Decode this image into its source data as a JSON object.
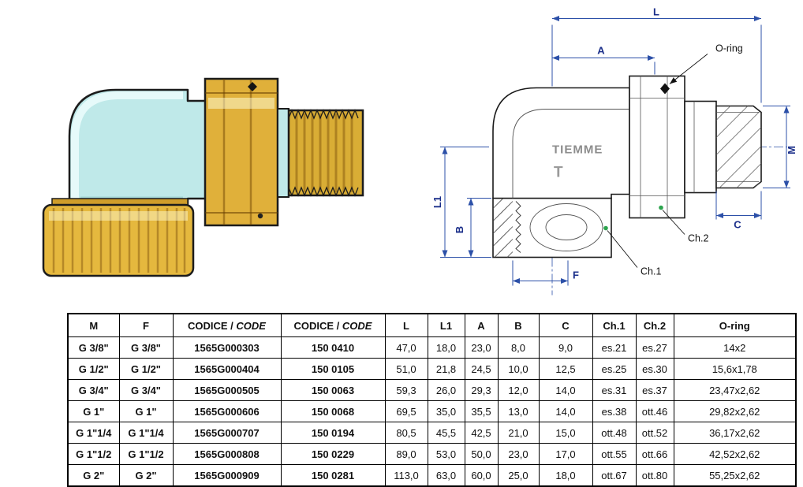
{
  "illustration": {
    "alt": "colored-elbow-union-fitting"
  },
  "drawing": {
    "brand": "TIEMME",
    "logo_mark": "T",
    "dim_labels": {
      "L": "L",
      "A": "A",
      "O_ring": "O-ring",
      "M": "M",
      "L1": "L1",
      "B": "B",
      "F": "F",
      "C": "C",
      "Ch1": "Ch.1",
      "Ch2": "Ch.2"
    },
    "colors": {
      "dimension": "#2c50a8",
      "outline": "#1a1a1a",
      "leader_dot": "#2da44e",
      "brass": "#e0b03a",
      "pipe_cyan": "#bfe9e9"
    }
  },
  "table": {
    "headers": [
      "M",
      "F",
      {
        "pre": "CODICE / ",
        "italic": "CODE"
      },
      {
        "pre": "CODICE / ",
        "italic": "CODE"
      },
      "L",
      "L1",
      "A",
      "B",
      "C",
      "Ch.1",
      "Ch.2",
      "O-ring"
    ],
    "rows": [
      [
        "G 3/8\"",
        "G 3/8\"",
        "1565G000303",
        "150 0410",
        "47,0",
        "18,0",
        "23,0",
        "8,0",
        "9,0",
        "es.21",
        "es.27",
        "14x2"
      ],
      [
        "G 1/2\"",
        "G 1/2\"",
        "1565G000404",
        "150 0105",
        "51,0",
        "21,8",
        "24,5",
        "10,0",
        "12,5",
        "es.25",
        "es.30",
        "15,6x1,78"
      ],
      [
        "G 3/4\"",
        "G 3/4\"",
        "1565G000505",
        "150 0063",
        "59,3",
        "26,0",
        "29,3",
        "12,0",
        "14,0",
        "es.31",
        "es.37",
        "23,47x2,62"
      ],
      [
        "G 1\"",
        "G 1\"",
        "1565G000606",
        "150 0068",
        "69,5",
        "35,0",
        "35,5",
        "13,0",
        "14,0",
        "es.38",
        "ott.46",
        "29,82x2,62"
      ],
      [
        "G 1\"1/4",
        "G 1\"1/4",
        "1565G000707",
        "150 0194",
        "80,5",
        "45,5",
        "42,5",
        "21,0",
        "15,0",
        "ott.48",
        "ott.52",
        "36,17x2,62"
      ],
      [
        "G 1\"1/2",
        "G 1\"1/2",
        "1565G000808",
        "150 0229",
        "89,0",
        "53,0",
        "50,0",
        "23,0",
        "17,0",
        "ott.55",
        "ott.66",
        "42,52x2,62"
      ],
      [
        "G 2\"",
        "G 2\"",
        "1565G000909",
        "150 0281",
        "113,0",
        "63,0",
        "60,0",
        "25,0",
        "18,0",
        "ott.67",
        "ott.80",
        "55,25x2,62"
      ]
    ]
  }
}
